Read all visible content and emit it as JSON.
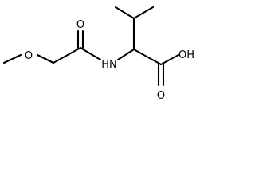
{
  "molecule": {
    "atoms": {
      "methoxy_o": "O",
      "ketone_o": "O",
      "amide_n": "HN",
      "hydroxyl": "OH",
      "acid_o": "O"
    },
    "colors": {
      "bond": "#000000",
      "text": "#000000",
      "background": "#ffffff"
    }
  }
}
